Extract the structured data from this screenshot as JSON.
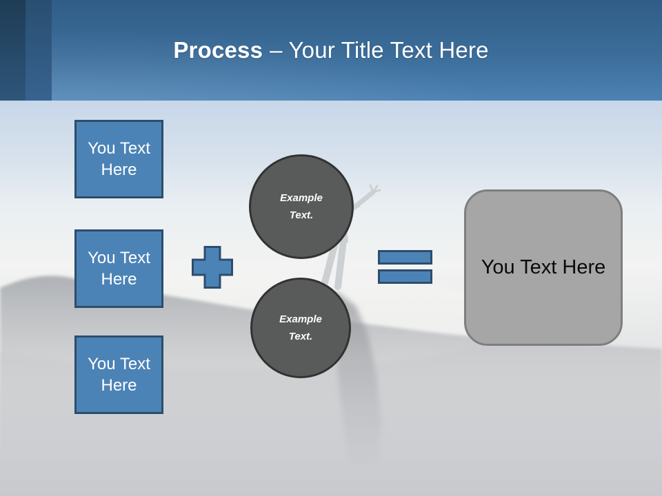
{
  "header": {
    "title_bold": "Process",
    "title_regular": "– Your Title Text Here"
  },
  "diagram": {
    "input_boxes": [
      {
        "label": "You Text Here"
      },
      {
        "label": "You Text Here"
      },
      {
        "label": "You Text Here"
      }
    ],
    "circles": [
      {
        "label": "Example Text."
      },
      {
        "label": "Example Text."
      }
    ],
    "operators": [
      {
        "icon": "plus-icon"
      },
      {
        "icon": "equals-icon"
      }
    ],
    "result_box": {
      "label": "You Text Here"
    }
  },
  "colors": {
    "accent_blue": "#4C83B6",
    "accent_blue_border": "#2C4D6D",
    "circle_gray": "#595A5A",
    "circle_border": "#323232",
    "result_gray": "#A6A6A6",
    "result_border": "#7E7E7E",
    "header_blue_top": "#305D87",
    "header_blue_bottom": "#4C82B4",
    "side_stripe_dark": "#1E3C55",
    "side_stripe_mid": "#294E70",
    "title_text": "#FFFFFF"
  }
}
